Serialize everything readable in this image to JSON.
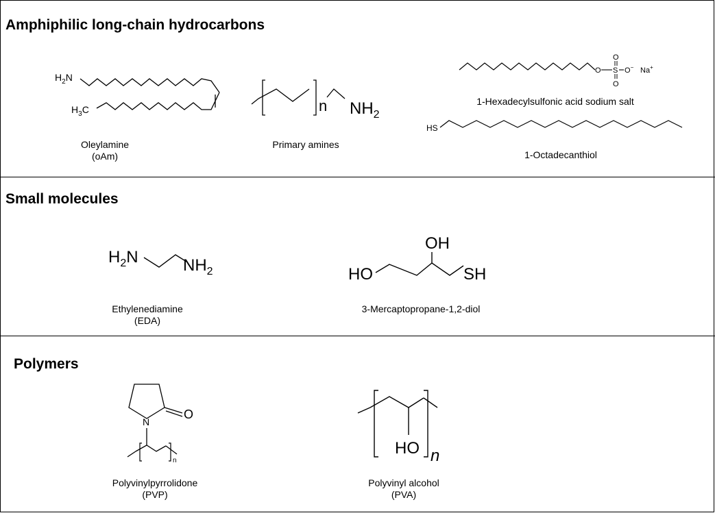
{
  "sections": {
    "amphiphilic": {
      "heading": "Amphiphilic long-chain hydrocarbons",
      "oleylamine": {
        "name": "Oleylamine",
        "abbr": "(oAm)",
        "group_top": "H",
        "group_top_sub": "2",
        "group_top_atom": "N",
        "group_bottom": "H",
        "group_bottom_sub": "3",
        "group_bottom_atom": "C"
      },
      "primary_amines": {
        "name": "Primary amines",
        "repeat": "n",
        "group": "NH",
        "group_sub": "2"
      },
      "hexadecylsulfonic": {
        "name": "1-Hexadecylsulfonic acid sodium salt",
        "o_ester": "O",
        "s_atom": "S",
        "o_top": "O",
        "o_bottom": "O",
        "o_minus": "O",
        "minus": "−",
        "na": "Na",
        "plus": "+"
      },
      "octadecanthiol": {
        "name": "1-Octadecanthiol",
        "group": "HS"
      }
    },
    "small": {
      "heading": "Small molecules",
      "eda": {
        "name": "Ethylenediamine",
        "abbr": "(EDA)",
        "left_h": "H",
        "left_sub": "2",
        "left_n": "N",
        "right_nh": "NH",
        "right_sub": "2"
      },
      "mercapto": {
        "name": "3-Mercaptopropane-1,2-diol",
        "oh_top": "OH",
        "ho_left": "HO",
        "sh_right": "SH"
      }
    },
    "polymers": {
      "heading": "Polymers",
      "pvp": {
        "name": "Polyvinylpyrrolidone",
        "abbr": "(PVP)",
        "n_atom": "N",
        "o_atom": "O",
        "repeat": "n"
      },
      "pva": {
        "name": "Polyvinyl alcohol",
        "abbr": "(PVA)",
        "group": "HO",
        "repeat": "n"
      }
    }
  }
}
